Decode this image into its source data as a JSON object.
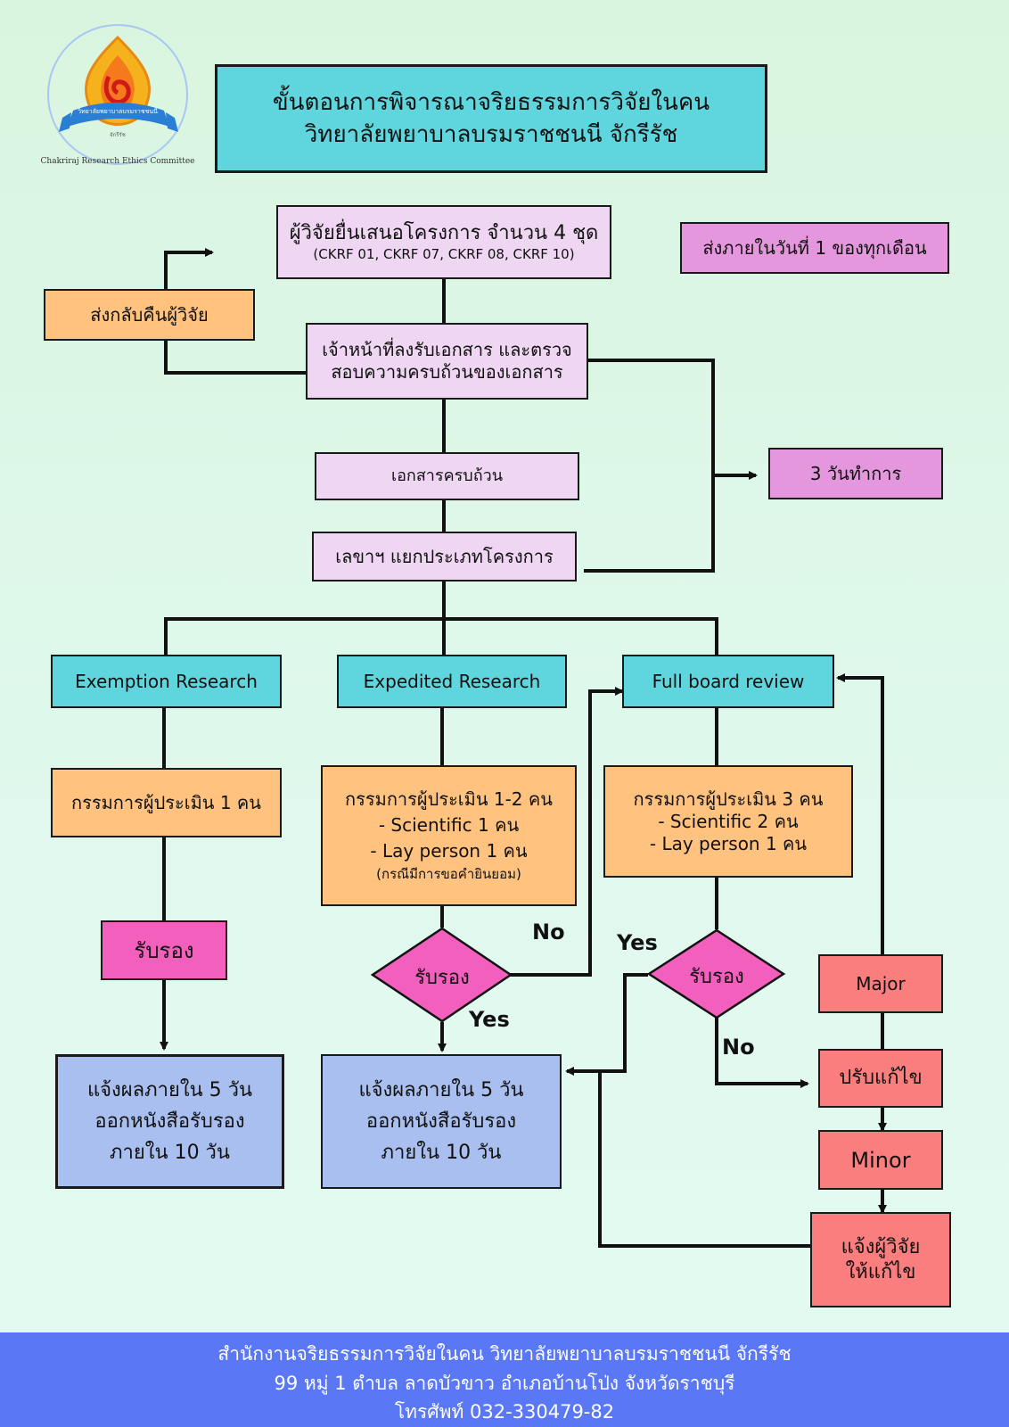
{
  "logo": {
    "ring_text": "Chakriraj Research Ethics Committee",
    "ribbon_text": "วิทยาลัยพยาบาลบรมราชชนนี",
    "sub_text": "จักรีรัช"
  },
  "title": {
    "line1": "ขั้นตอนการพิจารณาจริยธรรมการวิจัยในคน",
    "line2": "วิทยาลัยพยาบาลบรมราชชนนี จักรีรัช"
  },
  "nodes": {
    "submit_line1": "ผู้วิจัยยื่นเสนอโครงการ จำนวน 4 ชุด",
    "submit_line2": "(CKRF 01, CKRF 07, CKRF 08, CKRF 10)",
    "deadline": "ส่งภายในวันที่ 1 ของทุกเดือน",
    "return": "ส่งกลับคืนผู้วิจัย",
    "check_line1": "เจ้าหน้าที่ลงรับเอกสาร และตรวจ",
    "check_line2": "สอบความครบถ้วนของเอกสาร",
    "complete": "เอกสารครบถ้วน",
    "three_days": "3 วันทำการ",
    "classify": "เลขาฯ แยกประเภทโครงการ",
    "exemption": "Exemption Research",
    "expedited": "Expedited Research",
    "fullboard": "Full board review",
    "ex_reviewer": "กรรมการผู้ประเมิน 1 คน",
    "exp_reviewer_1": "กรรมการผู้ประเมิน 1-2 คน",
    "exp_reviewer_2": "- Scientific 1 คน",
    "exp_reviewer_3": "- Lay person 1 คน",
    "exp_reviewer_4": "(กรณีมีการขอคำยินยอม)",
    "fb_reviewer_1": "กรรมการผู้ประเมิน 3 คน",
    "fb_reviewer_2": "- Scientific 2 คน",
    "fb_reviewer_3": "- Lay person 1 คน",
    "approve": "รับรอง",
    "result_1": "แจ้งผลภายใน 5 วัน",
    "result_2": "ออกหนังสือรับรอง",
    "result_3": "ภายใน 10 วัน",
    "major": "Major",
    "revise": "ปรับแก้ไข",
    "minor": "Minor",
    "notify_1": "แจ้งผู้วิจัย",
    "notify_2": "ให้แก้ไข"
  },
  "labels": {
    "no": "No",
    "yes": "Yes"
  },
  "footer": {
    "line1": "สำนักงานจริยธรรมการวิจัยในคน วิทยาลัยพยาบาลบรมราชชนนี จักรีรัช",
    "line2": "99 หมู่ 1 ตำบล ลาดบัวขาว อำเภอบ้านโป่ง จังหวัดราชบุรี",
    "line3": "โทรศัพท์ 032-330479-82"
  },
  "colors": {
    "cyan": "#5fd6de",
    "lavender": "#efd6f2",
    "orange": "#ffc27f",
    "pink": "#f35fbd",
    "blue": "#a9bff0",
    "red": "#fb7e7e",
    "purple": "#e597dd",
    "footer": "#5a77f5"
  }
}
